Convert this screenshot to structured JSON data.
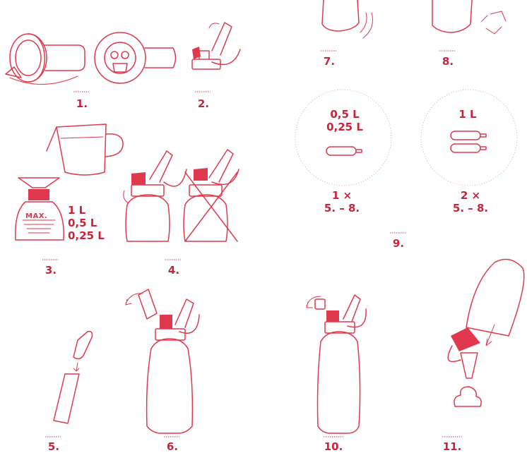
{
  "steps": {
    "s1": "1.",
    "s2": "2.",
    "s3": "3.",
    "s4": "4.",
    "s5": "5.",
    "s6": "6.",
    "s7": "7.",
    "s8": "8.",
    "s9": "9.",
    "s10": "10.",
    "s11": "11."
  },
  "step3": {
    "max_label": "MAX.",
    "sizes": [
      "1 L",
      "0,5 L",
      "0,25 L"
    ]
  },
  "step9": {
    "left": {
      "sizes": [
        "0,5 L",
        "0,25 L"
      ],
      "count": "1 ×",
      "range": "5. – 8."
    },
    "right": {
      "sizes": [
        "1 L"
      ],
      "count": "2 ×",
      "range": "5. – 8."
    }
  },
  "colors": {
    "accent": "#e0394e",
    "text": "#c8243b"
  }
}
